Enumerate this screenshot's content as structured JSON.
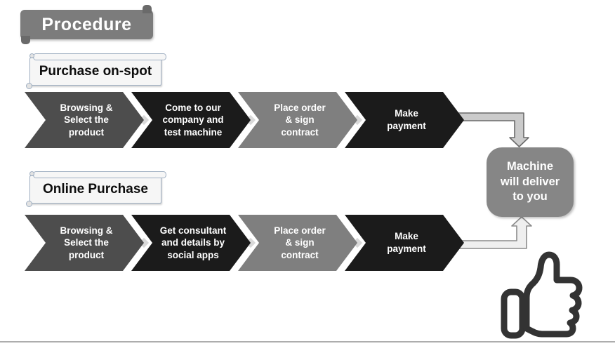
{
  "slide": {
    "title": "Procedure",
    "sections": [
      {
        "label": "Purchase on-spot",
        "steps": [
          {
            "text": "Browsing &\nSelect the\nproduct",
            "color": "#4d4d4d"
          },
          {
            "text": "Come to our\ncompany and\ntest machine",
            "color": "#1b1b1b"
          },
          {
            "text": "Place order\n& sign\ncontract",
            "color": "#7f7f7f"
          },
          {
            "text": "Make\npayment",
            "color": "#1b1b1b"
          }
        ]
      },
      {
        "label": "Online Purchase",
        "steps": [
          {
            "text": "Browsing &\nSelect the\nproduct",
            "color": "#4d4d4d"
          },
          {
            "text": "Get consultant\nand details by\nsocial apps",
            "color": "#1b1b1b"
          },
          {
            "text": "Place order\n& sign\ncontract",
            "color": "#7f7f7f"
          },
          {
            "text": "Make\npayment",
            "color": "#1b1b1b"
          }
        ]
      }
    ],
    "result": {
      "text": "Machine\nwill deliver\nto you",
      "color": "#868686"
    },
    "icons": {
      "thumbs_up": "thumbs-up-outline"
    },
    "colors": {
      "title_ribbon": "#7c7c7c",
      "arrow_down_fill": "#cbcbcb",
      "arrow_down_stroke": "#6a6a6a",
      "arrow_up_fill": "#efefef",
      "arrow_up_stroke": "#8c8c8c",
      "thumb_stroke": "#333333",
      "bottom_line": "#adadad"
    }
  }
}
